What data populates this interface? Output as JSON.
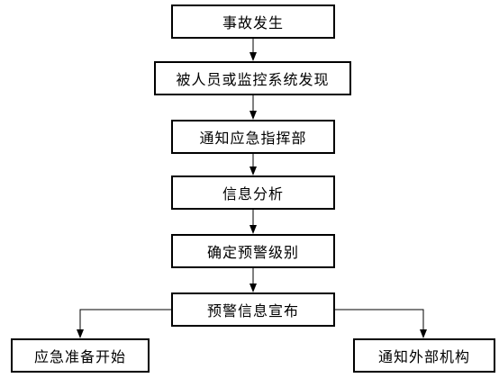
{
  "flowchart": {
    "steps": [
      {
        "id": "incident",
        "label": "事故发生"
      },
      {
        "id": "discovery",
        "label": "被人员或监控系统发现"
      },
      {
        "id": "notify-command",
        "label": "通知应急指挥部"
      },
      {
        "id": "analysis",
        "label": "信息分析"
      },
      {
        "id": "determine-level",
        "label": "确定预警级别"
      },
      {
        "id": "announce",
        "label": "预警信息宣布"
      },
      {
        "id": "prep-start",
        "label": "应急准备开始"
      },
      {
        "id": "notify-external",
        "label": "通知外部机构"
      }
    ],
    "edges": [
      {
        "from": "incident",
        "to": "discovery"
      },
      {
        "from": "discovery",
        "to": "notify-command"
      },
      {
        "from": "notify-command",
        "to": "analysis"
      },
      {
        "from": "analysis",
        "to": "determine-level"
      },
      {
        "from": "determine-level",
        "to": "announce"
      },
      {
        "from": "announce",
        "to": "prep-start"
      },
      {
        "from": "announce",
        "to": "notify-external"
      }
    ]
  },
  "colors": {
    "line": "#000000",
    "box_border": "#000000",
    "background": "#ffffff",
    "text": "#000000"
  }
}
